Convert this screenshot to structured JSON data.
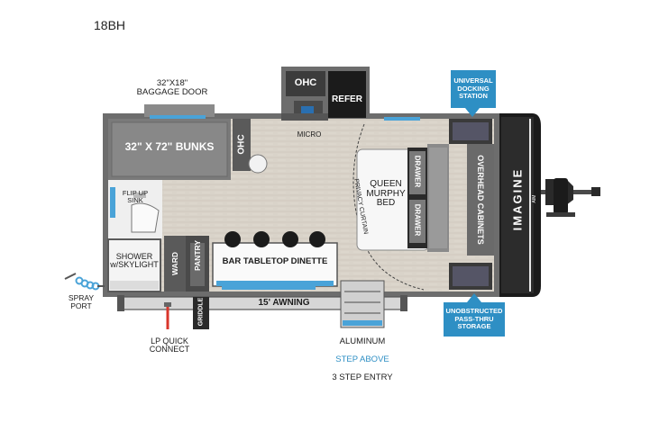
{
  "model": "18BH",
  "labels": {
    "baggage_door": "32\"X18\"\nBAGGAGE DOOR",
    "ohc_top": "OHC",
    "refer": "REFER",
    "micro": "MICRO",
    "bunks": "32\" X 72\" BUNKS",
    "ohc_side": "OHC",
    "flip_up_sink": "FLIP UP\nSINK",
    "shower": "SHOWER\nw/SKYLIGHT",
    "ward": "WARD",
    "pantry": "PANTRY",
    "griddle": "GRIDDLE",
    "dinette": "BAR TABLETOP DINETTE",
    "awning": "15' AWNING",
    "privacy_curtain": "PRIVACY CURTAIN",
    "bed": "QUEEN\nMURPHY\nBED",
    "drawer_1": "DRAWER",
    "drawer_2": "DRAWER",
    "overhead_cabinets": "OVERHEAD CABINETS",
    "brand": "IMAGINE",
    "brand_sub": "AIM",
    "spray_port": "SPRAY\nPORT",
    "lp_quick_connect": "LP QUICK\nCONNECT",
    "entry_line1": "ALUMINUM",
    "entry_line2": "STEP ABOVE",
    "entry_line3": "3 STEP ENTRY"
  },
  "callouts": {
    "docking": "UNIVERSAL\nDOCKING\nSTATION",
    "storage": "UNOBSTRUCTED\nPASS-THRU\nSTORAGE"
  },
  "colors": {
    "callout_blue": "#2e8fc4",
    "wall": "#6d6d6d",
    "floor": "#d8d2c8",
    "bunk": "#7a7a7a",
    "dark": "#1b1b1b"
  }
}
